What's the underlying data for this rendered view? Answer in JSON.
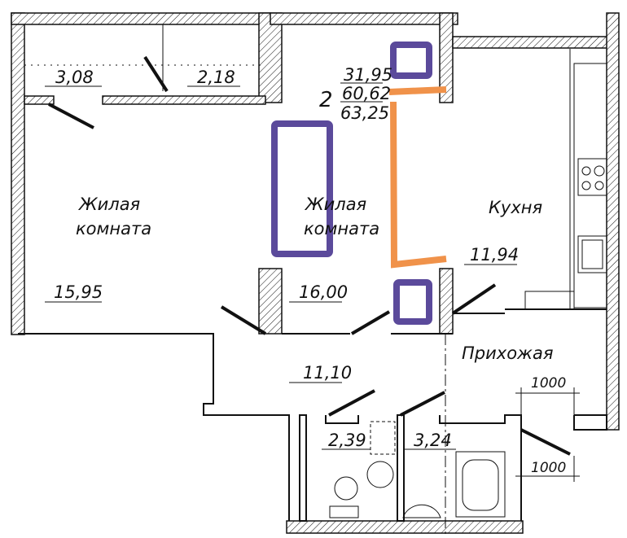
{
  "plan": {
    "rooms_count": "2",
    "area_living": "31,95",
    "area_total": "60,62",
    "area_with_balcony": "63,25",
    "rooms": [
      {
        "name": "",
        "area": "3,08"
      },
      {
        "name": "",
        "area": "2,18"
      },
      {
        "name_line1": "Жилая",
        "name_line2": "комната",
        "area": "15,95"
      },
      {
        "name_line1": "Жилая",
        "name_line2": "комната",
        "area": "16,00"
      },
      {
        "name": "Кухня",
        "area": "11,94"
      },
      {
        "name": "Прихожая",
        "area": "11,10"
      },
      {
        "name": "",
        "area": "2,39"
      },
      {
        "name": "",
        "area": "3,24"
      }
    ],
    "dimensions": [
      "1000",
      "1000"
    ]
  },
  "colors": {
    "marker_purple": "#5b4a9b",
    "marker_orange": "#f0924a",
    "line": "#111111"
  }
}
